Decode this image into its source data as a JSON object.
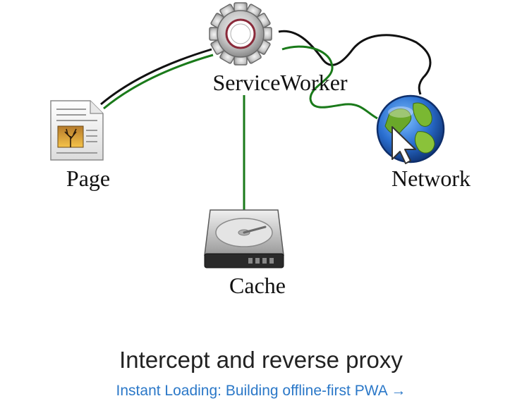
{
  "diagram": {
    "nodes": {
      "service_worker": {
        "label": "ServiceWorker",
        "icon": "gear-icon"
      },
      "page": {
        "label": "Page",
        "icon": "document-icon"
      },
      "network": {
        "label": "Network",
        "icon": "globe-icon"
      },
      "cache": {
        "label": "Cache",
        "icon": "hard-drive-icon"
      }
    },
    "colors": {
      "request_path": "#111111",
      "intercepted_path": "#1a7a1a",
      "link": "#2b78c8"
    }
  },
  "caption": {
    "title": "Intercept and reverse proxy",
    "link": "Instant Loading: Building offline-first PWA →"
  }
}
